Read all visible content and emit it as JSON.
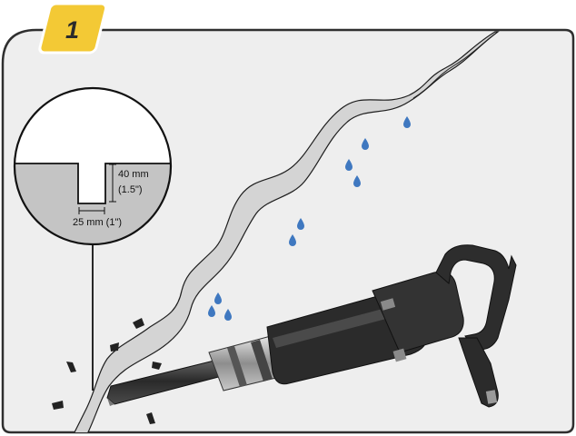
{
  "step": {
    "number": "1"
  },
  "inset": {
    "depth_label_line1": "40 mm",
    "depth_label_line2": "(1.5\")",
    "width_label": "25 mm (1\")"
  },
  "colors": {
    "panel_bg": "#eeeeee",
    "panel_border": "#2f2f2f",
    "step_badge": "#f3c935",
    "water_drop": "#3f78c0",
    "concrete_fill": "#d4d4d4",
    "tool_body": "#2b2b2b",
    "tool_chrome": "#9a9a9a"
  },
  "icons": {
    "breaker": "jackhammer-icon",
    "drop": "water-drop-icon",
    "debris": "debris-chip-icon"
  }
}
